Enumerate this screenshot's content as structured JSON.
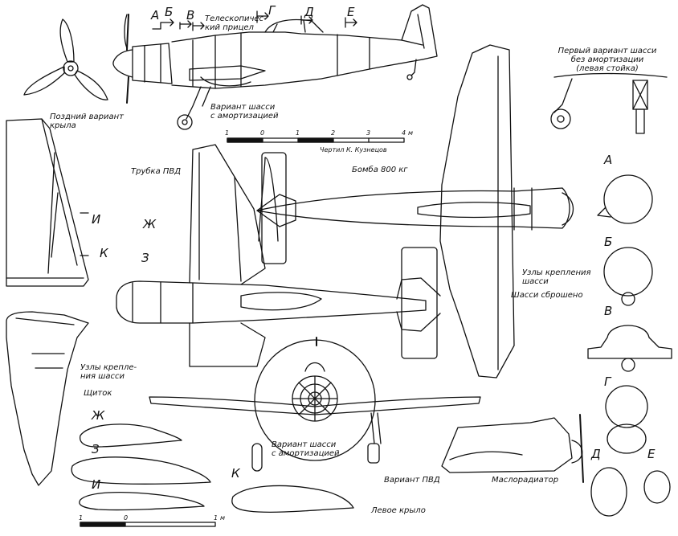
{
  "labels": {
    "telescopic_sight": "Телескопичес-\nкий прицел",
    "gear_variant_shock_top": "Вариант шасси\nс амортизацией",
    "first_gear_variant": "Первый вариант шасси\nбез амортизации\n(левая стойка)",
    "late_wing_variant": "Поздний вариант\nкрыла",
    "drawing_author": "Чертил К. Кузнецов",
    "pitot_tube": "Трубка ПВД",
    "bomb": "Бомба 800 кг",
    "gear_mounts_right": "Узлы крепления\nшасси",
    "gear_dropped": "Шасси сброшено",
    "gear_mounts_left": "Узлы крепле-\nния шасси",
    "flap": "Щиток",
    "gear_variant_shock_front": "Вариант шасси\nс амортизацией",
    "pvd_variant": "Вариант ПВД",
    "left_wing": "Левое крыло",
    "oil_radiator": "Маслорадиатор"
  },
  "section_letters": {
    "A": "А",
    "B": "Б",
    "V": "В",
    "G": "Г",
    "D": "Д",
    "E": "Е",
    "Zh": "Ж",
    "Z": "З",
    "I": "И",
    "K": "К"
  },
  "scale_top": {
    "ticks": [
      "1",
      "0",
      "1",
      "2",
      "3",
      "4"
    ],
    "unit": "м"
  },
  "scale_bottom": {
    "ticks": [
      "1",
      "0",
      "1"
    ],
    "unit": "м"
  }
}
